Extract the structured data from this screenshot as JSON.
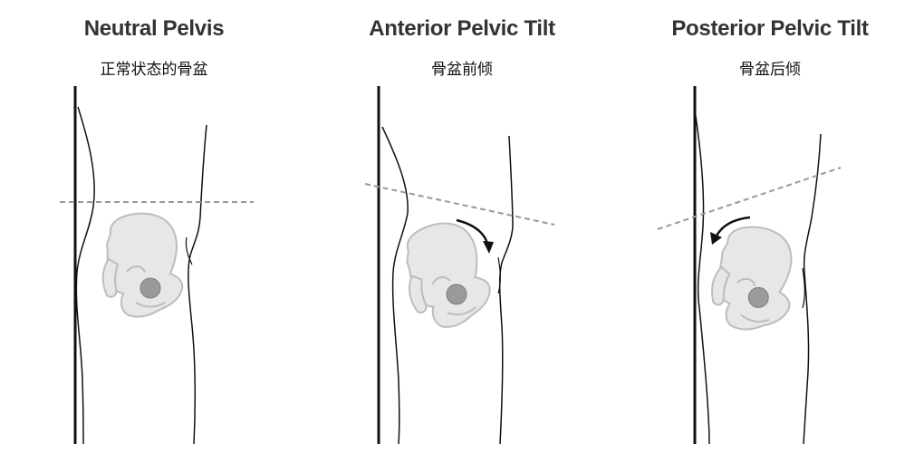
{
  "colors": {
    "bone_fill": "#e7e7e7",
    "bone_outline": "#bdbdbd",
    "femoral_head": "#9a9a9a",
    "dashed_line": "#999999",
    "ink": "#111111"
  },
  "panels": [
    {
      "title": "Neutral Pelvis",
      "subtitle": "正常状态的骨盆",
      "tilt": "neutral",
      "arrow_icon": "none"
    },
    {
      "title": "Anterior Pelvic Tilt",
      "subtitle": "骨盆前倾",
      "tilt": "anterior",
      "arrow_icon": "curved-arrow-clockwise-icon"
    },
    {
      "title": "Posterior Pelvic Tilt",
      "subtitle": "骨盆后倾",
      "tilt": "posterior",
      "arrow_icon": "curved-arrow-counterclockwise-icon"
    }
  ]
}
